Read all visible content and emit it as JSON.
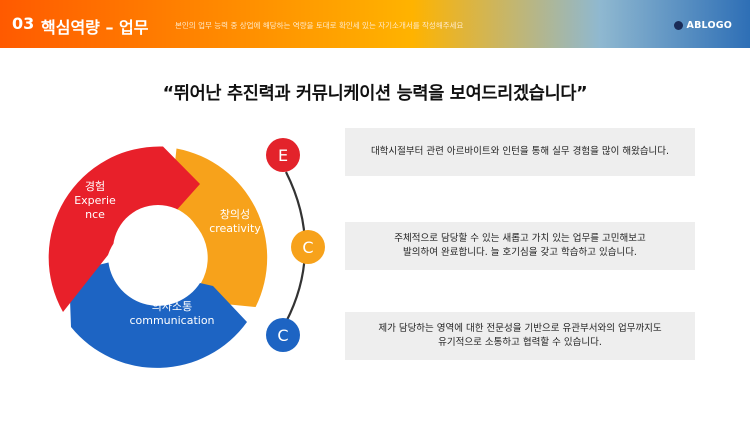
{
  "header": {
    "number": "03",
    "title": "핵심역량 – 업무",
    "description": "본인의 업무 능력 중 상업에 해당하는 역량을 토대로 확인세 있는 자기소개서를 작성해주세요",
    "logo_text": "ABLOGO"
  },
  "headline": "“뛰어난 추진력과 커뮤니케이션 능력을 보여드리겠습니다”",
  "cycle": {
    "segments": [
      {
        "label_ko": "경험",
        "label_en_1": "Experie",
        "label_en_2": "nce",
        "color": "#e8202a"
      },
      {
        "label_ko": "창의성",
        "label_en_1": "creativity",
        "color": "#f7a21b"
      },
      {
        "label_ko": "의사소통",
        "label_en_1": "communication",
        "color": "#1d64c3"
      }
    ]
  },
  "items": [
    {
      "letter": "E",
      "color": "#e3232b",
      "text": "대학시절부터 관련 아르바이트와 인턴을 통해 실무 경험을 많이 해왔습니다."
    },
    {
      "letter": "C",
      "color": "#f7a21b",
      "text_1": "주체적으로 담당할 수 있는 새롭고 가치 있는 업무를 고민해보고",
      "text_2": "발의하여 완료합니다. 늘 호기심을 갖고 학습하고 있습니다."
    },
    {
      "letter": "C",
      "color": "#1d64c3",
      "text_1": "제가 담당하는 영역에 대한 전문성을 기반으로 유관부서와의 업무까지도",
      "text_2": "유기적으로 소통하고 협력할 수 있습니다."
    }
  ]
}
